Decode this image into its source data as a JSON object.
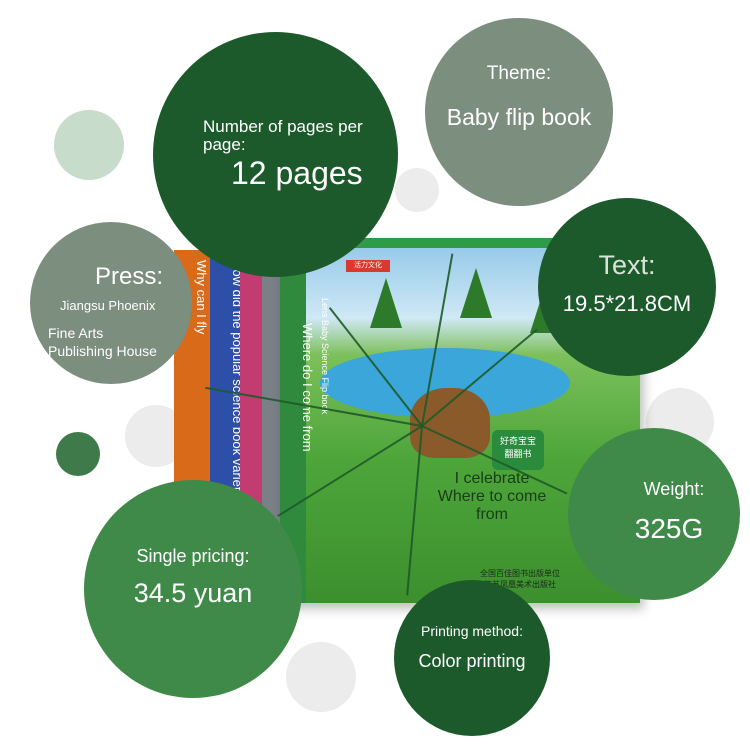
{
  "colors": {
    "dark_green": "#1d5a2b",
    "mid_green": "#3f8a48",
    "gray_green": "#7c8e7d",
    "light_mint": "#c7dccb",
    "light_gray": "#ececec"
  },
  "spines": [
    {
      "text": "Why can I fly",
      "color": "#d86a1a"
    },
    {
      "text": "How did the popular science book variety B sprout in Curiosity Room",
      "color": "#2e4fa8"
    },
    {
      "text": "",
      "color": "#c23c72"
    },
    {
      "text": "",
      "color": "#7a7f88"
    }
  ],
  "cover": {
    "brand_tag": "活力文化",
    "badge_line1": "好奇宝宝",
    "badge_line2": "翻翻书",
    "vertical_text": "Lens Baby Science Flip book",
    "title": "Where do I come from",
    "overlay_text": "I celebrate Where to come from",
    "publisher_line1": "全国百佳图书出版单位",
    "publisher_line2": "江苏凤凰美术出版社"
  },
  "specs": {
    "pages": {
      "label": "Number of pages per page:",
      "value": "12 pages"
    },
    "theme": {
      "label": "Theme:",
      "value": "Baby flip book"
    },
    "text": {
      "label": "Text:",
      "value": "19.5*21.8CM"
    },
    "press": {
      "label": "Press:",
      "value_line1": "Jiangsu Phoenix",
      "value_line2": "Fine Arts",
      "value_line3": "Publishing House"
    },
    "weight": {
      "label": "Weight:",
      "value": "325G"
    },
    "pricing": {
      "label": "Single pricing:",
      "value": "34.5 yuan"
    },
    "printing": {
      "label": "Printing method:",
      "value": "Color printing"
    }
  }
}
